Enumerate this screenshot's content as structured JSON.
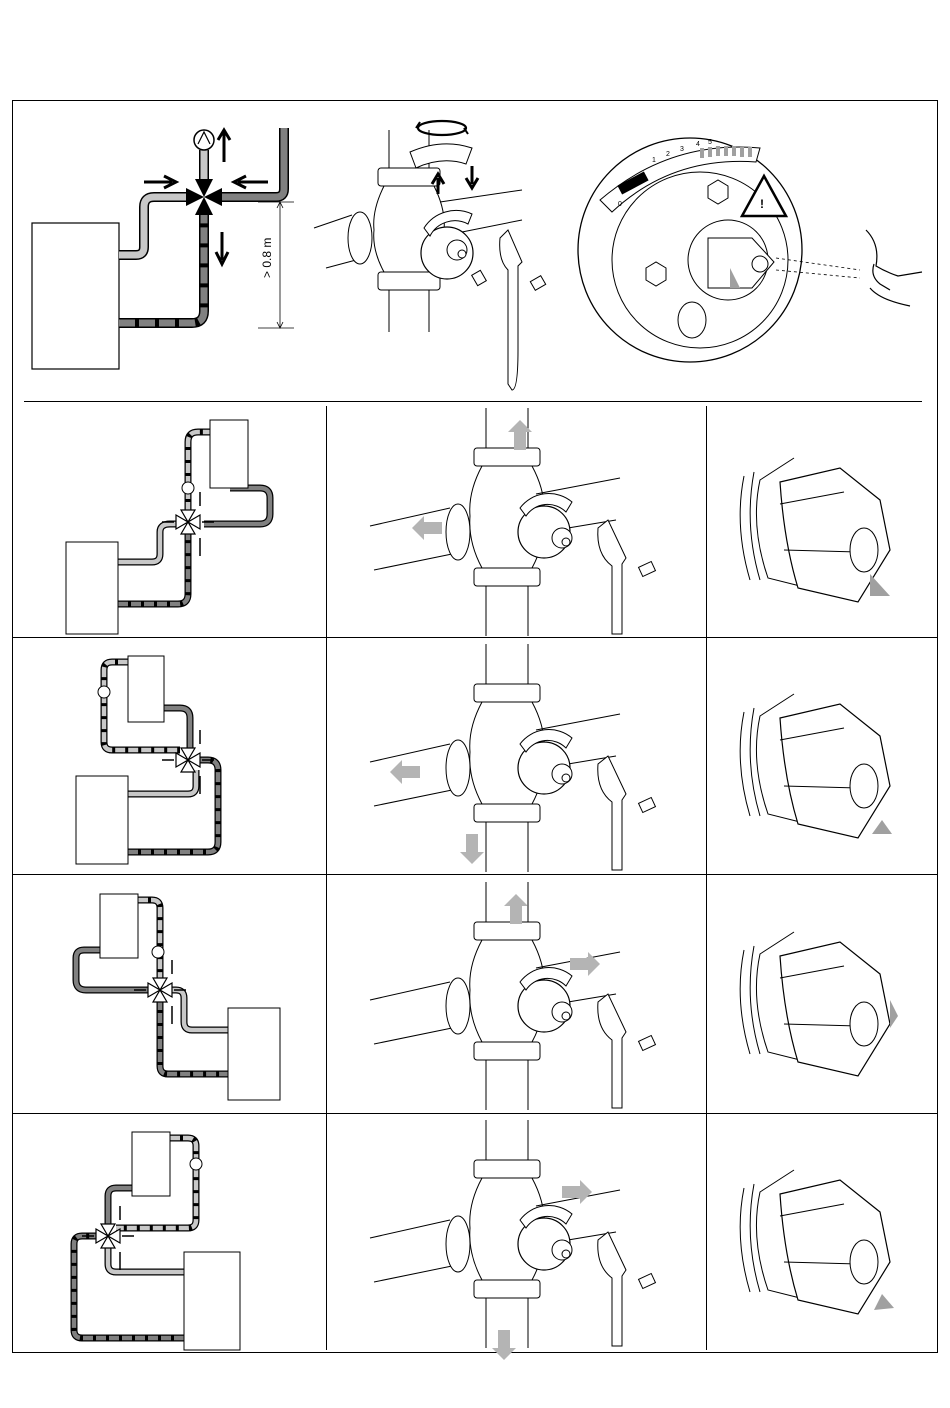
{
  "figure": {
    "distance_label": "> 0.8 m",
    "scale_numbers": [
      "0",
      "1",
      "2",
      "3",
      "4",
      "5"
    ],
    "warning_symbol": "!"
  },
  "icons": {
    "pump": "pump-icon",
    "valve": "four-way-valve-icon",
    "warning": "warning-triangle-icon",
    "eye": "eye-icon",
    "rotate": "rotate-arrows-icon",
    "screw": "screw-icon",
    "wrench": "wrench-icon"
  },
  "colors": {
    "line": "#000000",
    "pipe_light": "#c8c8c8",
    "pipe_dark": "#808080",
    "flow_arrow": "#b4b4b4",
    "marker": "#a0a0a0"
  },
  "rows": [
    {
      "variant": "A"
    },
    {
      "variant": "B"
    },
    {
      "variant": "C"
    },
    {
      "variant": "D"
    }
  ]
}
